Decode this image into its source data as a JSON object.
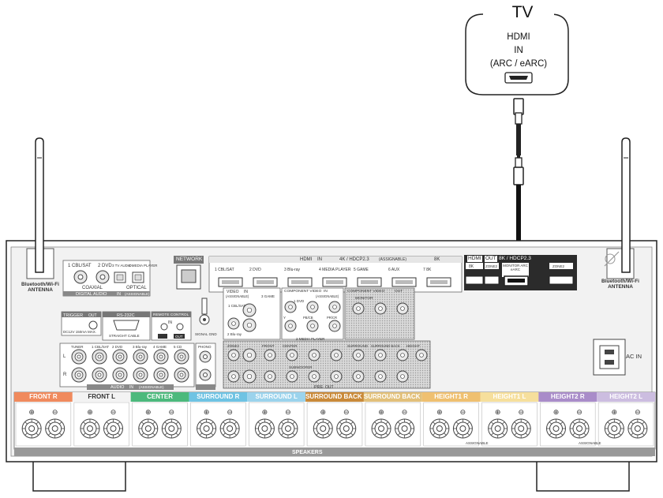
{
  "tv": {
    "title": "TV",
    "line1": "HDMI",
    "line2": "IN",
    "line3": "(ARC / eARC)"
  },
  "antenna": {
    "label_line1": "Bluetooth/Wi-Fi",
    "label_line2": "ANTENNA"
  },
  "digital_audio": {
    "in1": "1 CBL/SAT",
    "in2": "2 DVD",
    "in3": "3 TV AUDIO",
    "in4": "4 MEDIA PLAYER",
    "coaxial": "COAXIAL",
    "optical": "OPTICAL",
    "assignable": "(ASSIGNABLE)",
    "title": "DIGITAL AUDIO",
    "in_badge": "IN"
  },
  "network": {
    "title": "NETWORK"
  },
  "hdmi": {
    "header": "HDMI",
    "in_badge": "IN",
    "spec": "4K / HDCP2.3",
    "assignable": "(ASSIGNABLE)",
    "inputs": [
      "1 CBL/SAT",
      "2 DVD",
      "3 Blu-ray",
      "4 MEDIA PLAYER",
      "5 GAME",
      "6 AUX",
      "7 8K"
    ],
    "spec8k": "8K",
    "out_header": "HDMI",
    "out_badge": "OUT",
    "out_spec": "8K / HDCP2.3",
    "out_8k": "8K",
    "out_zone2": "ZONE2",
    "out_monitor_arc": "MONITOR ARC eARC",
    "out_zone": "ZONE2"
  },
  "trigger": {
    "title": "TRIGGER",
    "out": "OUT",
    "spec": "DC12V 150mA MAX."
  },
  "rs232c": {
    "title": "RS-232C",
    "cable": "STRAIGHT CABLE"
  },
  "remote": {
    "title": "REMOTE CONTROL",
    "in": "IN",
    "out": "OUT"
  },
  "signal_gnd": {
    "label": "SIGNAL GND"
  },
  "video": {
    "title": "VIDEO",
    "in": "IN",
    "assignable": "(ASSIGNABLE)",
    "inputs": [
      "1 CBL/SAT",
      "2 Blu-ray",
      "3 GAME"
    ]
  },
  "component": {
    "title": "COMPONENT VIDEO",
    "in": "IN",
    "assignable": "(ASSIGNABLE)",
    "inputs": [
      "1 DVD",
      "2 MEDIA PLAYER"
    ],
    "y": "Y",
    "pb": "PB/CB",
    "pr": "PR/CR",
    "out": "OUT",
    "monitor": "MONITOR"
  },
  "zone2": {
    "label": "ZONE2"
  },
  "pre": {
    "label": "PRE",
    "out": "OUT",
    "front": "FRONT",
    "center": "CENTER",
    "subwoofer": "SUBWOOFER",
    "surround": "SURROUND",
    "surround_back": "SURROUND BACK",
    "height": "HEIGHT"
  },
  "audio": {
    "inputs": [
      "TUNER",
      "1 CBL/SAT",
      "2 DVD",
      "3 Blu-ray",
      "4 GAME",
      "5 CD"
    ],
    "phono": "PHONO",
    "title": "AUDIO",
    "in": "IN",
    "assignable": "(ASSIGNABLE)",
    "l": "L",
    "r": "R"
  },
  "ac_in": {
    "label": "AC IN"
  },
  "speakers": {
    "footer": "SPEAKERS",
    "assignable": "ASSIGNABLE",
    "channels": [
      {
        "label": "FRONT R",
        "color": "#f08a5d"
      },
      {
        "label": "FRONT L",
        "color": "#f3f3f3"
      },
      {
        "label": "CENTER",
        "color": "#4cb97c"
      },
      {
        "label": "SURROUND R",
        "color": "#6fc3e3"
      },
      {
        "label": "SURROUND L",
        "color": "#9bd3ec"
      },
      {
        "label": "SURROUND BACK R",
        "color": "#c98a3a"
      },
      {
        "label": "SURROUND BACK L",
        "color": "#e2c07a"
      },
      {
        "label": "HEIGHT1 R",
        "color": "#efc070"
      },
      {
        "label": "HEIGHT1 L",
        "color": "#f6df9c"
      },
      {
        "label": "HEIGHT2 R",
        "color": "#a98cc9"
      },
      {
        "label": "HEIGHT2 L",
        "color": "#ccbde0"
      }
    ]
  },
  "colors": {
    "panel": "#f1f1f1",
    "outline": "#222222",
    "dark": "#333333",
    "cable": "#111111"
  }
}
